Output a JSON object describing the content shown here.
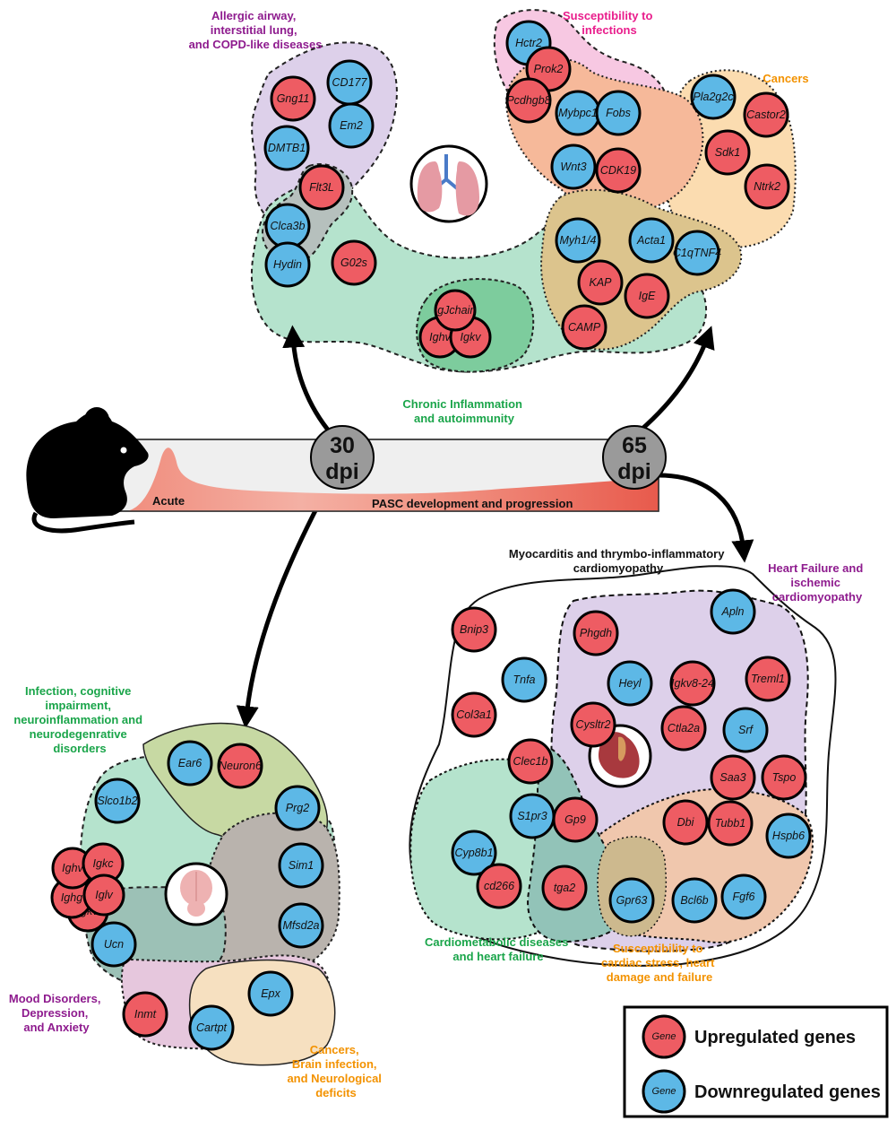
{
  "colors": {
    "upregulated": "#ee5c63",
    "downregulated": "#5db8e6",
    "purple_label": "#8e1b8e",
    "pink_label": "#e91e8c",
    "orange_label": "#f39200",
    "green_label": "#1aa54a",
    "black_label": "#111111"
  },
  "timeline": {
    "acute_label": "Acute",
    "pasc_label": "PASC development and progression",
    "timepoints": [
      {
        "number": "30",
        "unit": "dpi"
      },
      {
        "number": "65",
        "unit": "dpi"
      }
    ]
  },
  "lung": {
    "organ": "lungs",
    "groups": {
      "allergic": {
        "lines": [
          "Allergic airway,",
          "interstitial lung,",
          "and COPD-like diseases"
        ]
      },
      "infections": {
        "lines": [
          "Susceptibility to",
          "infections"
        ]
      },
      "cancers": {
        "lines": [
          "Cancers"
        ]
      },
      "chronic": {
        "lines": [
          "Chronic Inflammation",
          "and autoimmunity"
        ]
      }
    },
    "genes": [
      {
        "name": "CD177",
        "reg": "down"
      },
      {
        "name": "Gng11",
        "reg": "up"
      },
      {
        "name": "Em2",
        "reg": "down"
      },
      {
        "name": "DMTB1",
        "reg": "down"
      },
      {
        "name": "Flt3L",
        "reg": "up"
      },
      {
        "name": "Clca3b",
        "reg": "down"
      },
      {
        "name": "Hydin",
        "reg": "down"
      },
      {
        "name": "G02s",
        "reg": "up"
      },
      {
        "name": "Ighv",
        "reg": "up"
      },
      {
        "name": "Igkv",
        "reg": "up"
      },
      {
        "name": "IgJchain",
        "reg": "up"
      },
      {
        "name": "Hctr2",
        "reg": "down"
      },
      {
        "name": "Prok2",
        "reg": "up"
      },
      {
        "name": "Pcdhgb8",
        "reg": "up"
      },
      {
        "name": "Mybpc1",
        "reg": "down"
      },
      {
        "name": "Fobs",
        "reg": "down"
      },
      {
        "name": "Wnt3",
        "reg": "down"
      },
      {
        "name": "CDK19",
        "reg": "up"
      },
      {
        "name": "Pla2g2c",
        "reg": "down"
      },
      {
        "name": "Castor2",
        "reg": "up"
      },
      {
        "name": "Sdk1",
        "reg": "up"
      },
      {
        "name": "Ntrk2",
        "reg": "up"
      },
      {
        "name": "Myh1/4",
        "reg": "down"
      },
      {
        "name": "Acta1",
        "reg": "down"
      },
      {
        "name": "C1qTNF4",
        "reg": "down"
      },
      {
        "name": "KAP",
        "reg": "up"
      },
      {
        "name": "IgE",
        "reg": "up"
      },
      {
        "name": "CAMP",
        "reg": "up"
      }
    ]
  },
  "brain": {
    "organ": "brain",
    "groups": {
      "infection": {
        "lines": [
          "Infection, cognitive",
          "impairment,",
          "neuroinflammation and",
          "neurodegenrative",
          "disorders"
        ]
      },
      "mood": {
        "lines": [
          "Mood Disorders,",
          "Depression,",
          "and Anxiety"
        ]
      },
      "cancers": {
        "lines": [
          "Cancers,",
          "Brain infection,",
          "and Neurological",
          "deficits"
        ]
      }
    },
    "genes": [
      {
        "name": "Ear6",
        "reg": "down"
      },
      {
        "name": "Neuron6",
        "reg": "up"
      },
      {
        "name": "Slco1b2",
        "reg": "down"
      },
      {
        "name": "Prg2",
        "reg": "down"
      },
      {
        "name": "Sim1",
        "reg": "down"
      },
      {
        "name": "Mfsd2a",
        "reg": "down"
      },
      {
        "name": "Igkv",
        "reg": "up"
      },
      {
        "name": "Ighg",
        "reg": "up"
      },
      {
        "name": "Ighv",
        "reg": "up"
      },
      {
        "name": "Igkc",
        "reg": "up"
      },
      {
        "name": "Iglv",
        "reg": "up"
      },
      {
        "name": "Ucn",
        "reg": "down"
      },
      {
        "name": "Epx",
        "reg": "down"
      },
      {
        "name": "Inmt",
        "reg": "up"
      },
      {
        "name": "Cartpt",
        "reg": "down"
      }
    ]
  },
  "heart": {
    "organ": "heart",
    "groups": {
      "myocarditis": {
        "lines": [
          "Myocarditis and thrymbo-inflammatory",
          "cardiomyopathy"
        ]
      },
      "heart_failure": {
        "lines": [
          "Heart Failure and",
          "ischemic",
          "cardiomyopathy"
        ]
      },
      "cardiometabolic": {
        "lines": [
          "Cardiometabolic diseases",
          "and heart failure"
        ]
      },
      "cardiac_stress": {
        "lines": [
          "Susceptibility to",
          "cardiac stress, heart",
          "damage and failure"
        ]
      }
    },
    "genes": [
      {
        "name": "Bnip3",
        "reg": "up"
      },
      {
        "name": "Apln",
        "reg": "down"
      },
      {
        "name": "Phgdh",
        "reg": "up"
      },
      {
        "name": "Tnfa",
        "reg": "down"
      },
      {
        "name": "Heyl",
        "reg": "down"
      },
      {
        "name": "Igkv8-24",
        "reg": "up"
      },
      {
        "name": "Treml1",
        "reg": "up"
      },
      {
        "name": "Col3a1",
        "reg": "up"
      },
      {
        "name": "Cysltr2",
        "reg": "up"
      },
      {
        "name": "Ctla2a",
        "reg": "up"
      },
      {
        "name": "Srf",
        "reg": "down"
      },
      {
        "name": "Clec1b",
        "reg": "up"
      },
      {
        "name": "Tspo",
        "reg": "up"
      },
      {
        "name": "Saa3",
        "reg": "up"
      },
      {
        "name": "S1pr3",
        "reg": "down"
      },
      {
        "name": "Gp9",
        "reg": "up"
      },
      {
        "name": "Dbi",
        "reg": "up"
      },
      {
        "name": "Tubb1",
        "reg": "up"
      },
      {
        "name": "Hspb6",
        "reg": "down"
      },
      {
        "name": "Cyp8b1",
        "reg": "down"
      },
      {
        "name": "cd266",
        "reg": "up"
      },
      {
        "name": "tga2",
        "reg": "up"
      },
      {
        "name": "Gpr63",
        "reg": "down"
      },
      {
        "name": "Bcl6b",
        "reg": "down"
      },
      {
        "name": "Fgf6",
        "reg": "down"
      }
    ]
  },
  "legend": {
    "sample_gene": "Gene",
    "items": [
      {
        "label": "Upregulated genes",
        "reg": "up"
      },
      {
        "label": "Downregulated genes",
        "reg": "down"
      }
    ]
  }
}
